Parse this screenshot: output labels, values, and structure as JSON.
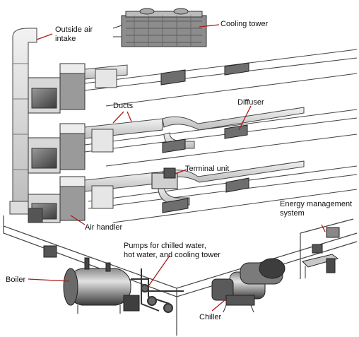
{
  "labels": {
    "outside_air_intake": "Outside air\nintake",
    "cooling_tower": "Cooling tower",
    "ducts": "Ducts",
    "diffuser": "Diffuser",
    "terminal_unit": "Terminal unit",
    "air_handler": "Air handler",
    "energy_management_system": "Energy management\nsystem",
    "pumps": "Pumps for chilled water,\nhot water, and cooling tower",
    "boiler": "Boiler",
    "chiller": "Chiller"
  },
  "colors": {
    "leader": "#b01818",
    "equipment_dark": "#555555",
    "equipment_light": "#cfcfcf",
    "outline": "#333333"
  }
}
